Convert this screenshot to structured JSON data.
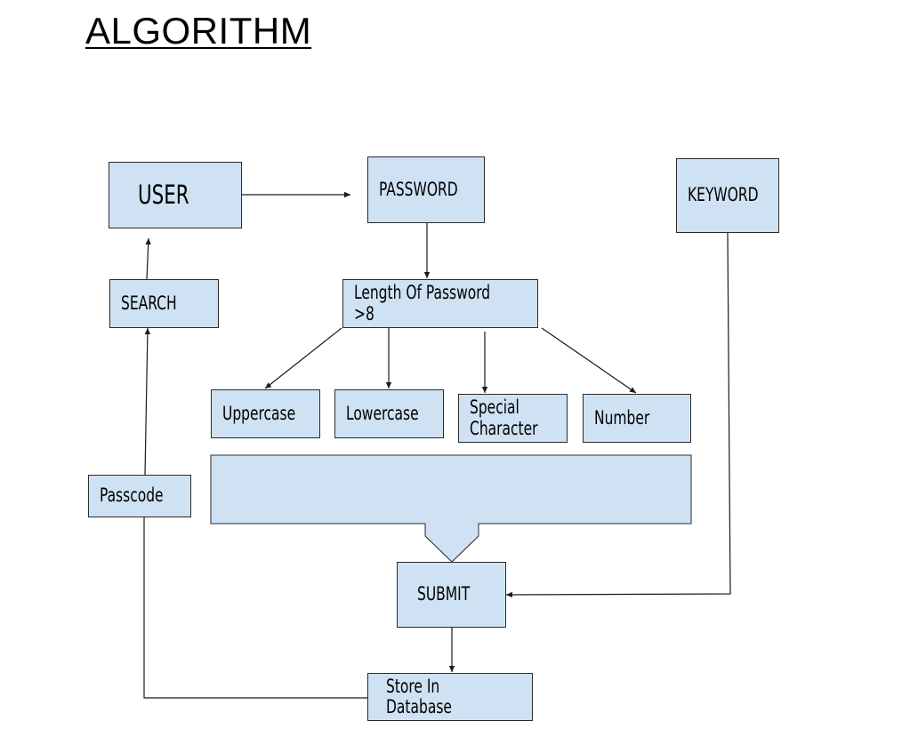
{
  "title": "ALGORITHM",
  "nodes": {
    "user": "USER",
    "password": "PASSWORD",
    "keyword": "KEYWORD",
    "search": "SEARCH",
    "length_check": "Length Of Password >8",
    "uppercase": "Uppercase",
    "lowercase": "Lowercase",
    "special_character": "Special\nCharacter",
    "number": "Number",
    "passcode": "Passcode",
    "submit": "SUBMIT",
    "store": "Store In Database"
  },
  "colors": {
    "box_fill": "#cfe2f3",
    "box_border": "#2b2b2b",
    "line": "#1a1a1a"
  }
}
